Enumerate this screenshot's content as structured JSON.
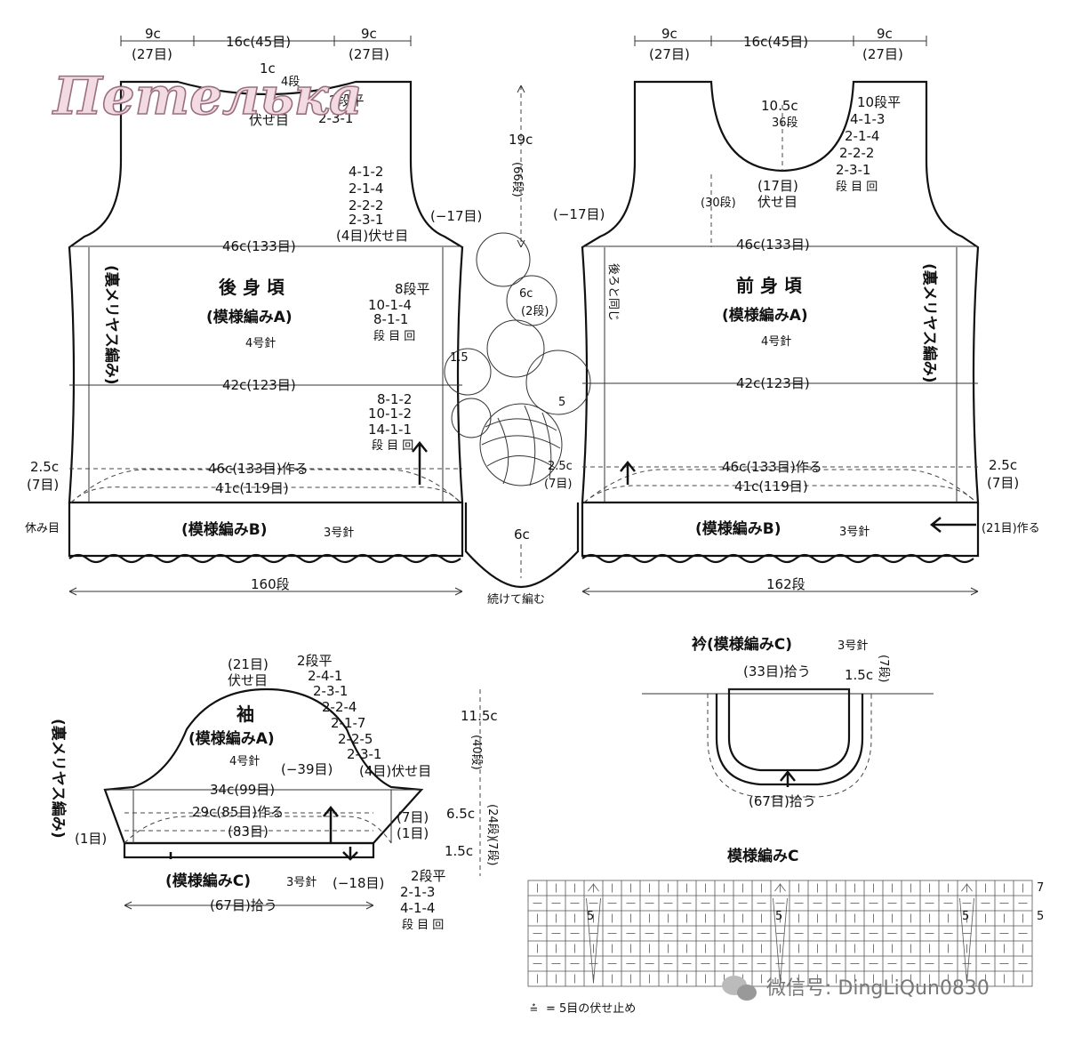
{
  "watermark": {
    "logo": "Петелька",
    "wechat": "微信号: DingLiQun0830",
    "wechat_icon": "wechat-icon"
  },
  "back": {
    "title": "後 身 頃",
    "pattern": "(模様編みA)",
    "needle": "4号針",
    "top_left_w": "9c",
    "top_left_st": "(27目)",
    "top_mid_w": "16c(45目)",
    "top_right_w": "9c",
    "top_right_st": "(27目)",
    "neck_h": "1c",
    "neck_rows": "4段",
    "neck_flat": "2段平",
    "neck_dec": "2-3-1",
    "neck_bind": "伏せ目",
    "arm_dec1": "4-1-2",
    "arm_dec2": "2-1-4",
    "arm_dec3": "2-2-2",
    "arm_dec4": "2-3-1",
    "arm_bind": "(4目)伏せ目",
    "arm_total": "(−17目)",
    "chest": "46c(133目)",
    "waist": "42c(123目)",
    "upper_flat": "8段平",
    "upper_inc1": "10-1-4",
    "upper_inc2": "8-1-1",
    "upper_key": "段 目 回",
    "lower_inc1": "8-1-2",
    "lower_inc2": "10-1-2",
    "lower_inc3": "14-1-1",
    "lower_key": "段 目 回",
    "cast_on": "46c(133目)作る",
    "hem_w": "41c(119目)",
    "side_w": "2.5c",
    "side_st": "(7目)",
    "side_label": "(裏メリヤス編み)",
    "band": "(模様編みB)",
    "band_needle": "3号針",
    "band_end": "休み目",
    "band_rows": "160段"
  },
  "front": {
    "title": "前 身 頃",
    "pattern": "(模様編みA)",
    "needle": "4号針",
    "top_left_w": "9c",
    "top_left_st": "(27目)",
    "top_mid_w": "16c(45目)",
    "top_right_w": "9c",
    "top_right_st": "(27目)",
    "neck_h": "10.5c",
    "neck_rows": "36段",
    "neck_flat": "10段平",
    "neck_dec1": "4-1-3",
    "neck_dec2": "2-1-4",
    "neck_dec3": "2-2-2",
    "neck_dec4": "2-3-1",
    "neck_key": "段 目 回",
    "neck_bind_st": "(17目)",
    "neck_bind": "伏せ目",
    "arm_rows": "(30段)",
    "arm_total": "(−17目)",
    "same_as_back": "後ろと同じ",
    "chest": "46c(133目)",
    "waist": "42c(123目)",
    "cast_on": "46c(133目)作る",
    "hem_w": "41c(119目)",
    "side_w": "2.5c",
    "side_st": "(7目)",
    "side_label": "(裏メリヤス編み)",
    "band": "(模様編みB)",
    "band_needle": "3号針",
    "band_cast": "(21目)作る",
    "band_rows": "162段"
  },
  "center": {
    "height": "19c",
    "rows": "(66段)",
    "sub_w": "6c",
    "join": "続けて編む",
    "bubble_a": "6c",
    "bubble_b": "(2段)",
    "bubble_c": "1.5",
    "bubble_d": "5",
    "bubble_e": "2.5c",
    "bubble_f": "(7目)"
  },
  "sleeve": {
    "title": "袖",
    "pattern": "(模様編みA)",
    "needle": "4号針",
    "top_st": "(21目)",
    "top_bind": "伏せ目",
    "flat": "2段平",
    "dec1": "2-4-1",
    "dec2": "2-3-1",
    "dec3": "2-2-4",
    "dec4": "2-1-7",
    "dec5": "2-2-5",
    "dec6": "2-3-1",
    "bind": "(4目)伏せ目",
    "total": "(−39目)",
    "width": "34c(99目)",
    "cast_on": "29c(85目)作る",
    "row83": "(83目)",
    "left_inc": "(1目)",
    "right_7": "(7目)",
    "right_1": "(1目)",
    "cap_h": "11.5c",
    "cap_rows": "(40段)",
    "body_h": "6.5c",
    "body_rows": "(24段)",
    "band_h": "1.5c",
    "band_rows": "(7段)",
    "side_label": "(裏メリヤス編み)",
    "band": "(模様編みC)",
    "band_needle": "3号針",
    "band_dec": "(−18目)",
    "band_flat": "2段平",
    "band_dec1": "2-1-3",
    "band_dec2": "4-1-4",
    "band_key": "段 目 回",
    "pickup": "(67目)拾う"
  },
  "collar": {
    "title": "衿(模様編みC)",
    "needle": "3号針",
    "top_pickup": "(33目)拾う",
    "height": "1.5c",
    "rows": "(7段)",
    "bottom_pickup": "(67目)拾う"
  },
  "chart": {
    "title": "模様編みC",
    "row_label_top": "7",
    "row_label_mid": "5",
    "center_marks": [
      "5",
      "5",
      "5"
    ],
    "legend": "= 5目の伏せ止め"
  }
}
